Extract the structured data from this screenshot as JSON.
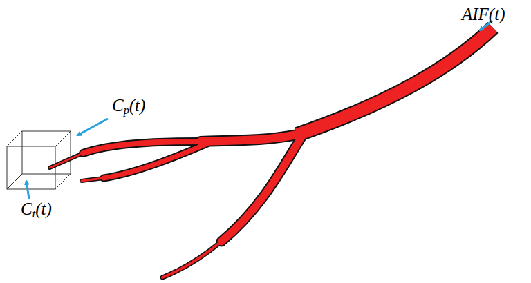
{
  "diagram": {
    "labels": [
      "AIF(t)",
      "Cp(t)",
      "Ct(t)"
    ]
  }
}
